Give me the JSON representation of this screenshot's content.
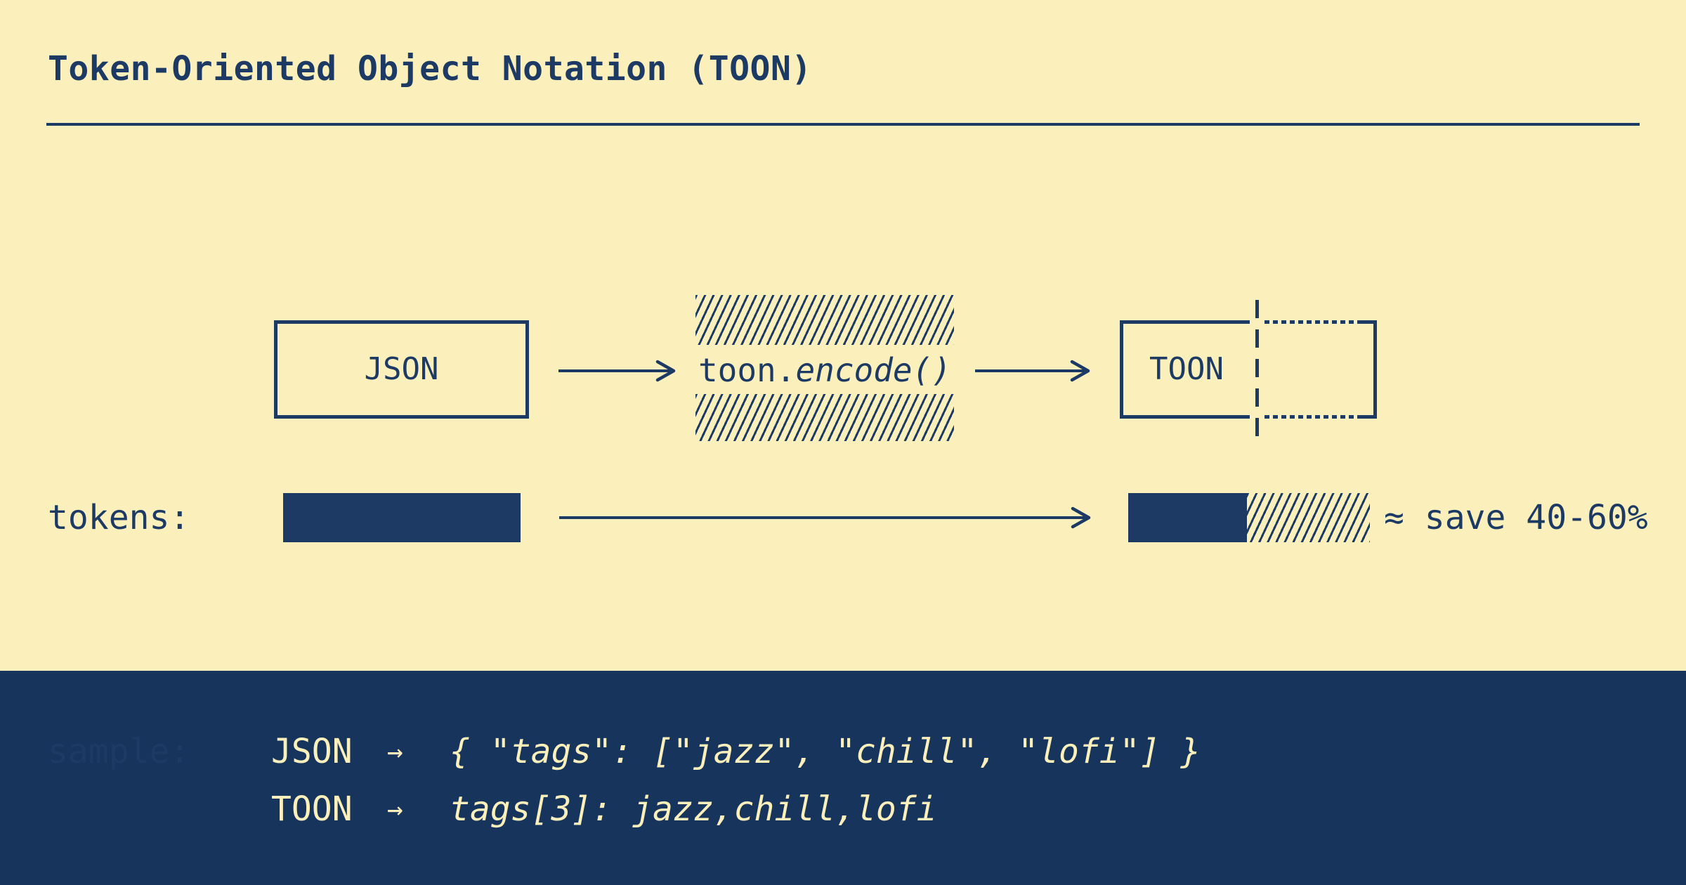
{
  "colors": {
    "cream": "#FBF0BC",
    "navy_panel": "#17345C",
    "ink": "#1D3A64"
  },
  "header": {
    "title": "Token-Oriented Object Notation (TOON)"
  },
  "flow": {
    "input_label": "JSON",
    "encode_prefix": "toon.",
    "encode_call": "encode()",
    "output_label": "TOON"
  },
  "tokens": {
    "label": "tokens:",
    "savings_note": "≈ save 40-60%",
    "json_bar_relative": 1.0,
    "toon_bar_solid_relative": 0.5,
    "toon_bar_saved_relative": 0.5
  },
  "sample": {
    "label": "sample:",
    "rows": [
      {
        "format": "JSON",
        "arrow": "→",
        "code": "{ \"tags\": [\"jazz\", \"chill\", \"lofi\"] }"
      },
      {
        "format": "TOON",
        "arrow": "→",
        "code": "tags[3]: jazz,chill,lofi"
      }
    ]
  }
}
